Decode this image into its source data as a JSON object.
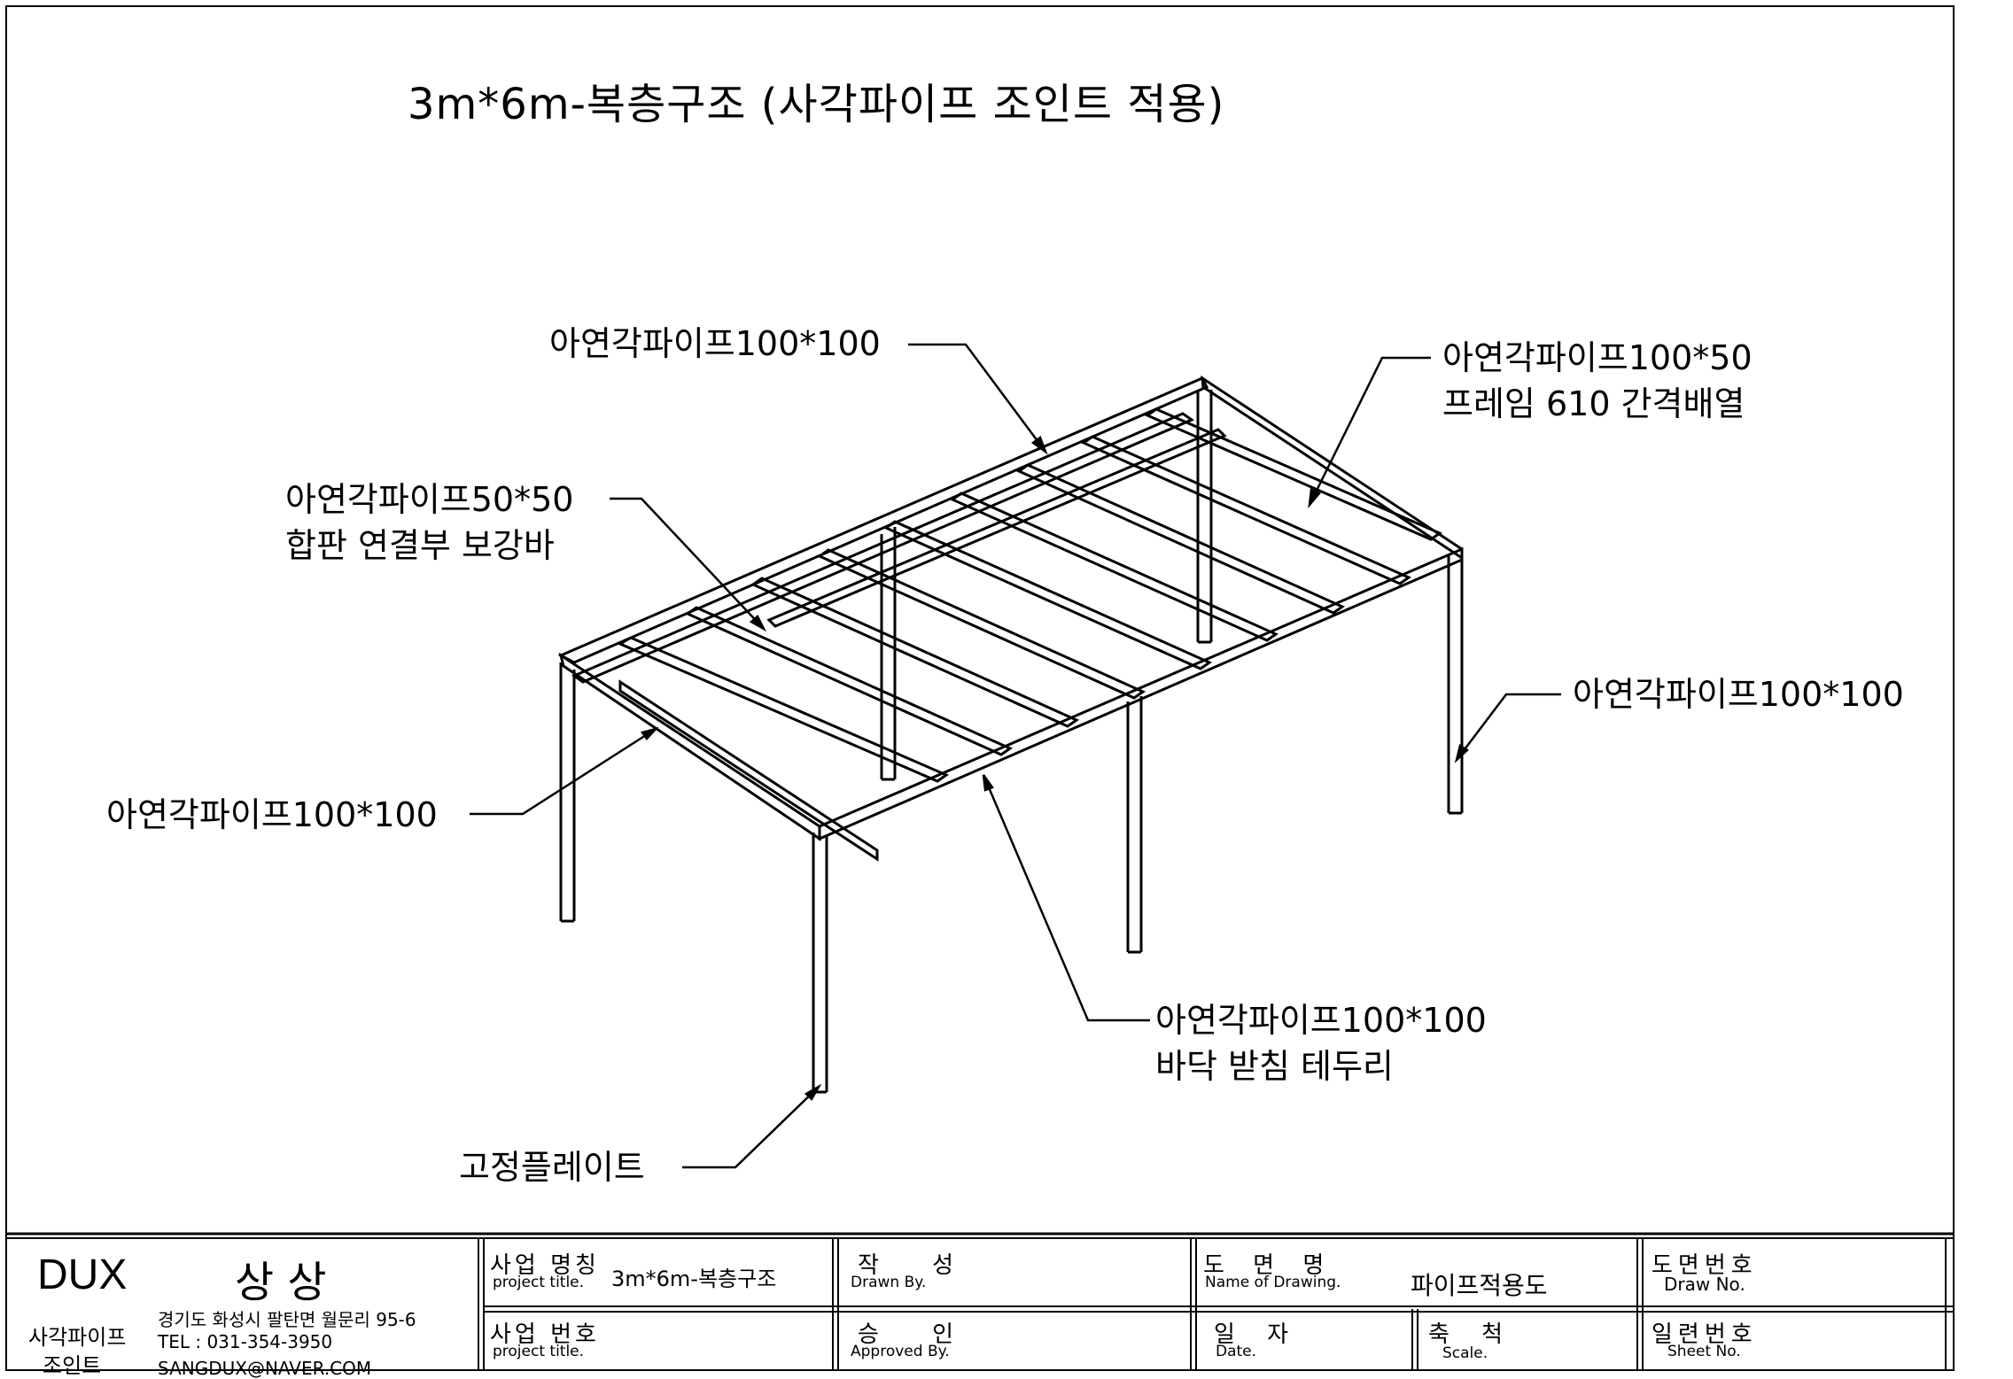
{
  "drawing": {
    "title": "3m*6m-복층구조 (사각파이프 조인트 적용)",
    "callouts": {
      "top_beam": "아연각파이프100*100",
      "joists": [
        "아연각파이프100*50",
        "프레임 610 간격배열"
      ],
      "brace": [
        "아연각파이프50*50",
        "합판 연결부 보강바"
      ],
      "right_post": "아연각파이프100*100",
      "left_beam": "아연각파이프100*100",
      "floor_edge": [
        "아연각파이프100*100",
        "바닥 받침 테두리"
      ],
      "base_plate": "고정플레이트"
    }
  },
  "title_block": {
    "company": {
      "logo": "DUX",
      "name": "상 상",
      "product_line1": "사각파이프",
      "product_line2": "조인트",
      "address": "경기도 화성시 팔탄면 월문리 95-6",
      "tel": "TEL : 031-354-3950",
      "email": "SANGDUX@NAVER.COM"
    },
    "project_name": {
      "label_ko": "사업 명칭",
      "label_en": "project title.",
      "value": "3m*6m-복층구조"
    },
    "project_no": {
      "label_ko": "사업 번호",
      "label_en": "project title.",
      "value": ""
    },
    "drawn_by": {
      "label_ko": "작 성",
      "label_en": "Drawn By.",
      "value": ""
    },
    "approved_by": {
      "label_ko": "승 인",
      "label_en": "Approved By.",
      "value": ""
    },
    "drawing_name": {
      "label_ko": "도 면 명",
      "label_en": "Name of Drawing.",
      "value": "파이프적용도"
    },
    "date": {
      "label_ko": "일 자",
      "label_en": "Date.",
      "value": ""
    },
    "scale": {
      "label_ko": "축 척",
      "label_en": "Scale.",
      "value": ""
    },
    "drawing_no": {
      "label_ko": "도면번호",
      "label_en": "Draw No.",
      "value": ""
    },
    "sheet_no": {
      "label_ko": "일련번호",
      "label_en": "Sheet No.",
      "value": ""
    }
  }
}
